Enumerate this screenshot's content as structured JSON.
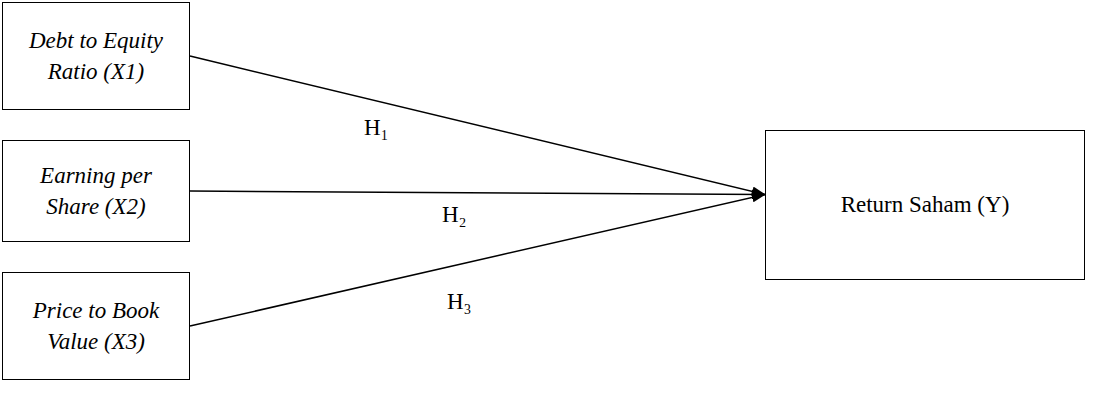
{
  "diagram": {
    "nodes": [
      {
        "text": [
          "Debt to Equity Ratio (X1)"
        ]
      },
      {
        "text": [
          "Earning per Share (X2)"
        ]
      },
      {
        "text": [
          "Price to Book Value (X3)"
        ]
      },
      {
        "text": [
          "Return Saham (Y)"
        ]
      }
    ],
    "edges": [
      {
        "from": 0,
        "to": 3,
        "arrow": "to",
        "label": "H₁"
      },
      {
        "from": 1,
        "to": 3,
        "arrow": "to",
        "label": "H₂"
      },
      {
        "from": 2,
        "to": 3,
        "arrow": "to",
        "label": "H₃"
      }
    ]
  }
}
